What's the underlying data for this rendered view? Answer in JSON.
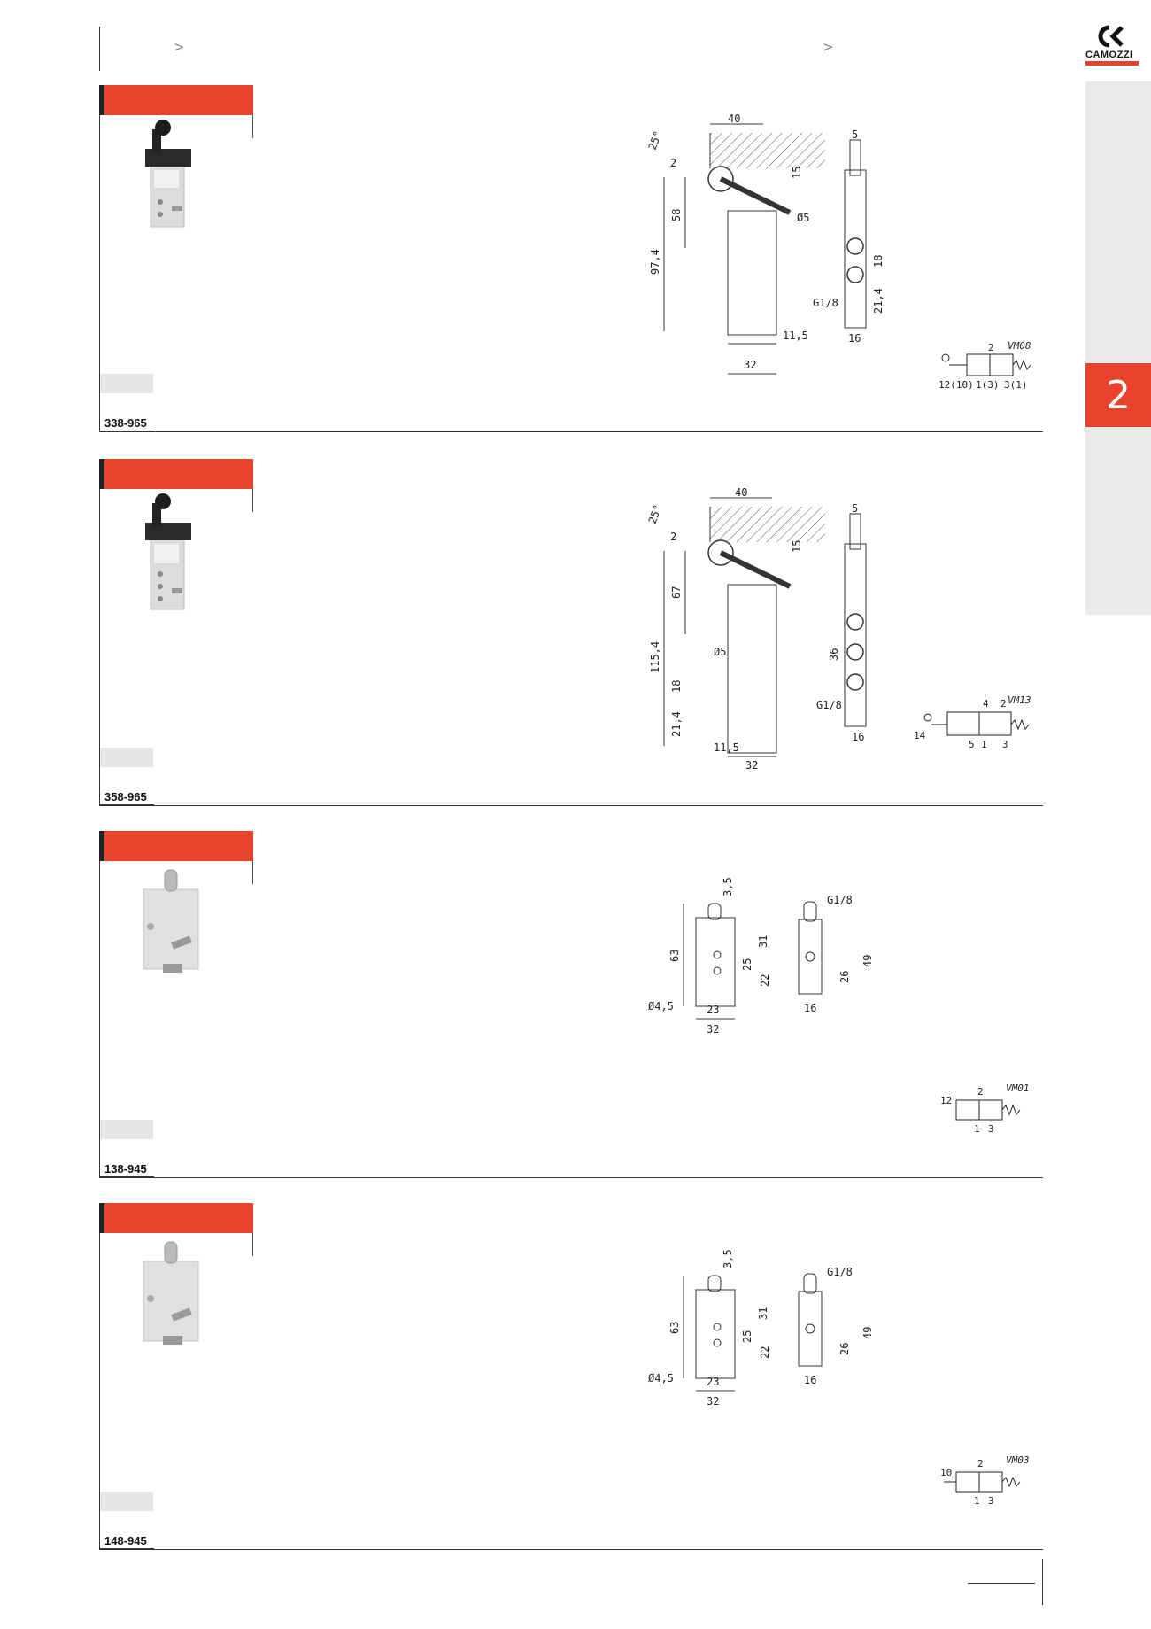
{
  "header": {
    "crumb_left": ">",
    "crumb_right": ">",
    "brand": "CAMOZZI",
    "section_number": "2"
  },
  "colors": {
    "accent": "#e8432a",
    "sidebar_grey": "#ebebeb"
  },
  "products": [
    {
      "code": "338-965",
      "symbol": {
        "name": "VM08",
        "ports": [
          "2",
          "12(10)",
          "1(3)",
          "3(1)"
        ]
      },
      "dims_front": [
        "40",
        "25°",
        "2",
        "15",
        "58",
        "97,4",
        "Ø5",
        "11,5",
        "32"
      ],
      "dims_side": [
        "5",
        "18",
        "21,4",
        "G1/8",
        "16"
      ]
    },
    {
      "code": "358-965",
      "symbol": {
        "name": "VM13",
        "ports": [
          "4",
          "2",
          "14",
          "5",
          "1",
          "3"
        ]
      },
      "dims_front": [
        "40",
        "25°",
        "2",
        "15",
        "67",
        "115,4",
        "Ø5",
        "18",
        "21,4",
        "11,5",
        "32"
      ],
      "dims_side": [
        "5",
        "36",
        "G1/8",
        "16"
      ]
    },
    {
      "code": "138-945",
      "symbol": {
        "name": "VM01",
        "ports": [
          "2",
          "12",
          "1",
          "3"
        ]
      },
      "dims_front": [
        "3,5",
        "63",
        "31",
        "25",
        "22",
        "Ø4,5",
        "23",
        "32"
      ],
      "dims_side": [
        "G1/8",
        "49",
        "26",
        "16"
      ]
    },
    {
      "code": "148-945",
      "symbol": {
        "name": "VM03",
        "ports": [
          "2",
          "10",
          "1",
          "3"
        ]
      },
      "dims_front": [
        "3,5",
        "63",
        "31",
        "25",
        "22",
        "Ø4,5",
        "23",
        "32"
      ],
      "dims_side": [
        "G1/8",
        "49",
        "26",
        "16"
      ]
    }
  ]
}
